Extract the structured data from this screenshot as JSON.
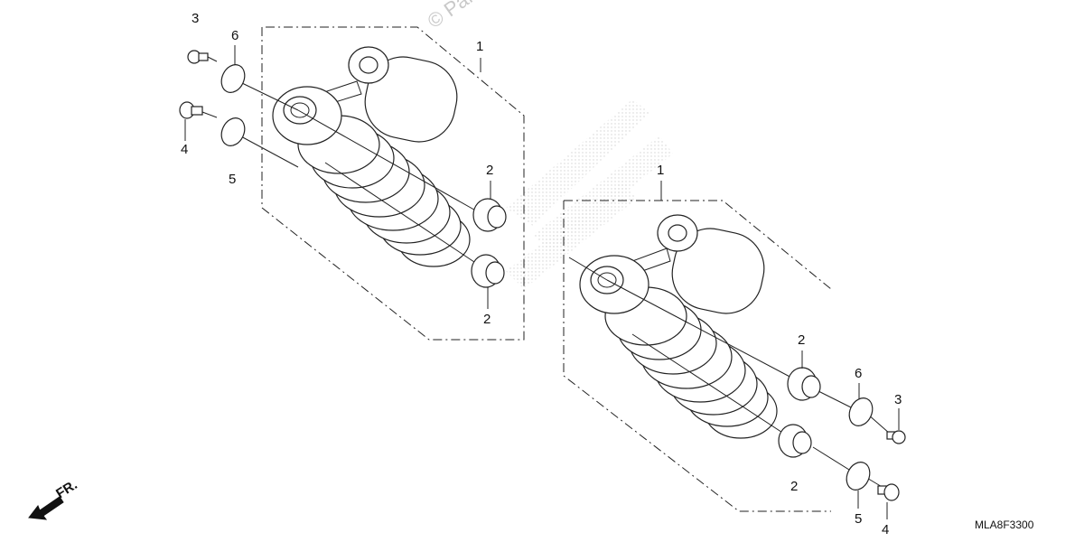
{
  "watermark": "© Partzilla",
  "diagram_code": "MLA8F3300",
  "front_label": "FR.",
  "callouts": {
    "c1": "3",
    "c2": "6",
    "c3": "4",
    "c4": "5",
    "c5": "1",
    "c6": "2",
    "c7": "2",
    "c8": "1",
    "c9": "2",
    "c10": "6",
    "c11": "3",
    "c12": "2",
    "c13": "5",
    "c14": "4"
  },
  "colors": {
    "line": "#222222",
    "watermark": "#c9c9c9",
    "background": "#ffffff"
  },
  "icons": {
    "front_arrow": "arrow-down-left-icon"
  }
}
